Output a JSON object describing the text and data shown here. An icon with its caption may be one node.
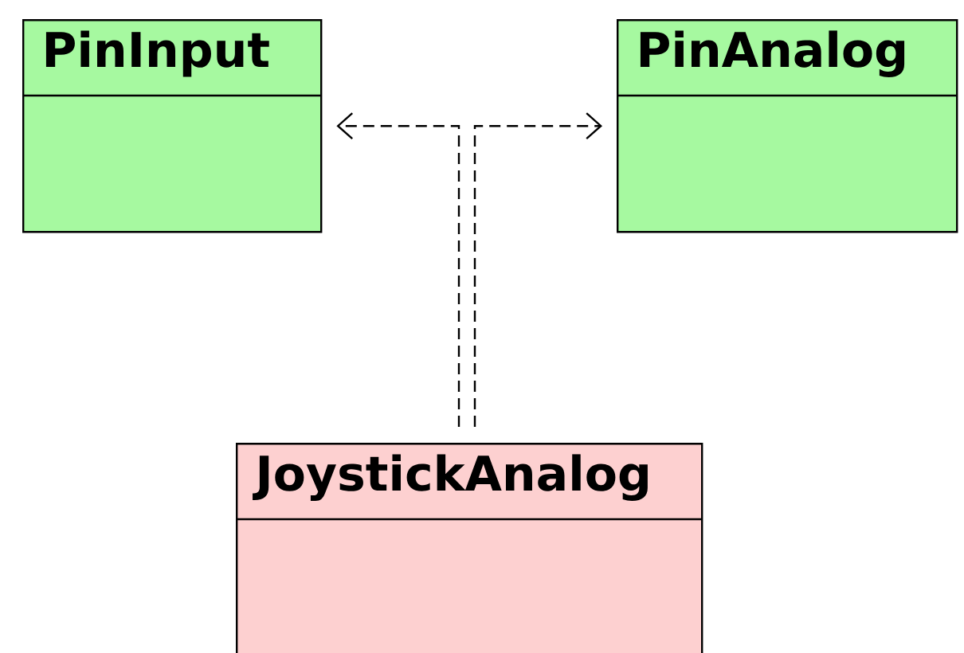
{
  "diagram": {
    "nodes": [
      {
        "text": [
          "PinInput"
        ]
      },
      {
        "text": [
          "PinAnalog"
        ]
      },
      {
        "text": [
          "JoystickAnalog"
        ]
      }
    ],
    "edges": [
      {
        "from": 2,
        "to": 0,
        "arrow": "to",
        "style": "dashed"
      },
      {
        "from": 2,
        "to": 1,
        "arrow": "to",
        "style": "dashed"
      }
    ]
  }
}
